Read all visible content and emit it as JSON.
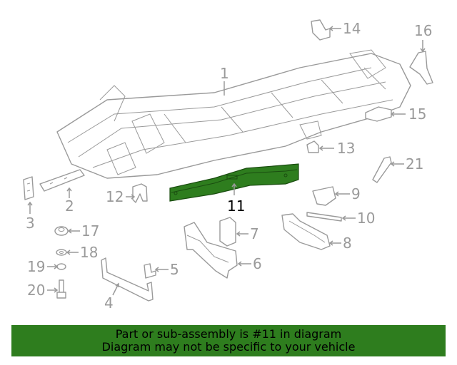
{
  "colors": {
    "highlight": "#2e7d1e",
    "part_lines": "#9a9a9a",
    "footer_bg": "#2e7d1e",
    "background": "#ffffff"
  },
  "callouts": {
    "c1": "1",
    "c2": "2",
    "c3": "3",
    "c4": "4",
    "c5": "5",
    "c6": "6",
    "c7": "7",
    "c8": "8",
    "c9": "9",
    "c10": "10",
    "c11": "11",
    "c12": "12",
    "c13": "13",
    "c14": "14",
    "c15": "15",
    "c16": "16",
    "c17": "17",
    "c18": "18",
    "c19": "19",
    "c20": "20",
    "c21": "21"
  },
  "highlighted_part": "11",
  "footer": {
    "line1": "Part or sub-assembly is #11 in diagram",
    "line2": "Diagram may not be specific to your vehicle"
  }
}
